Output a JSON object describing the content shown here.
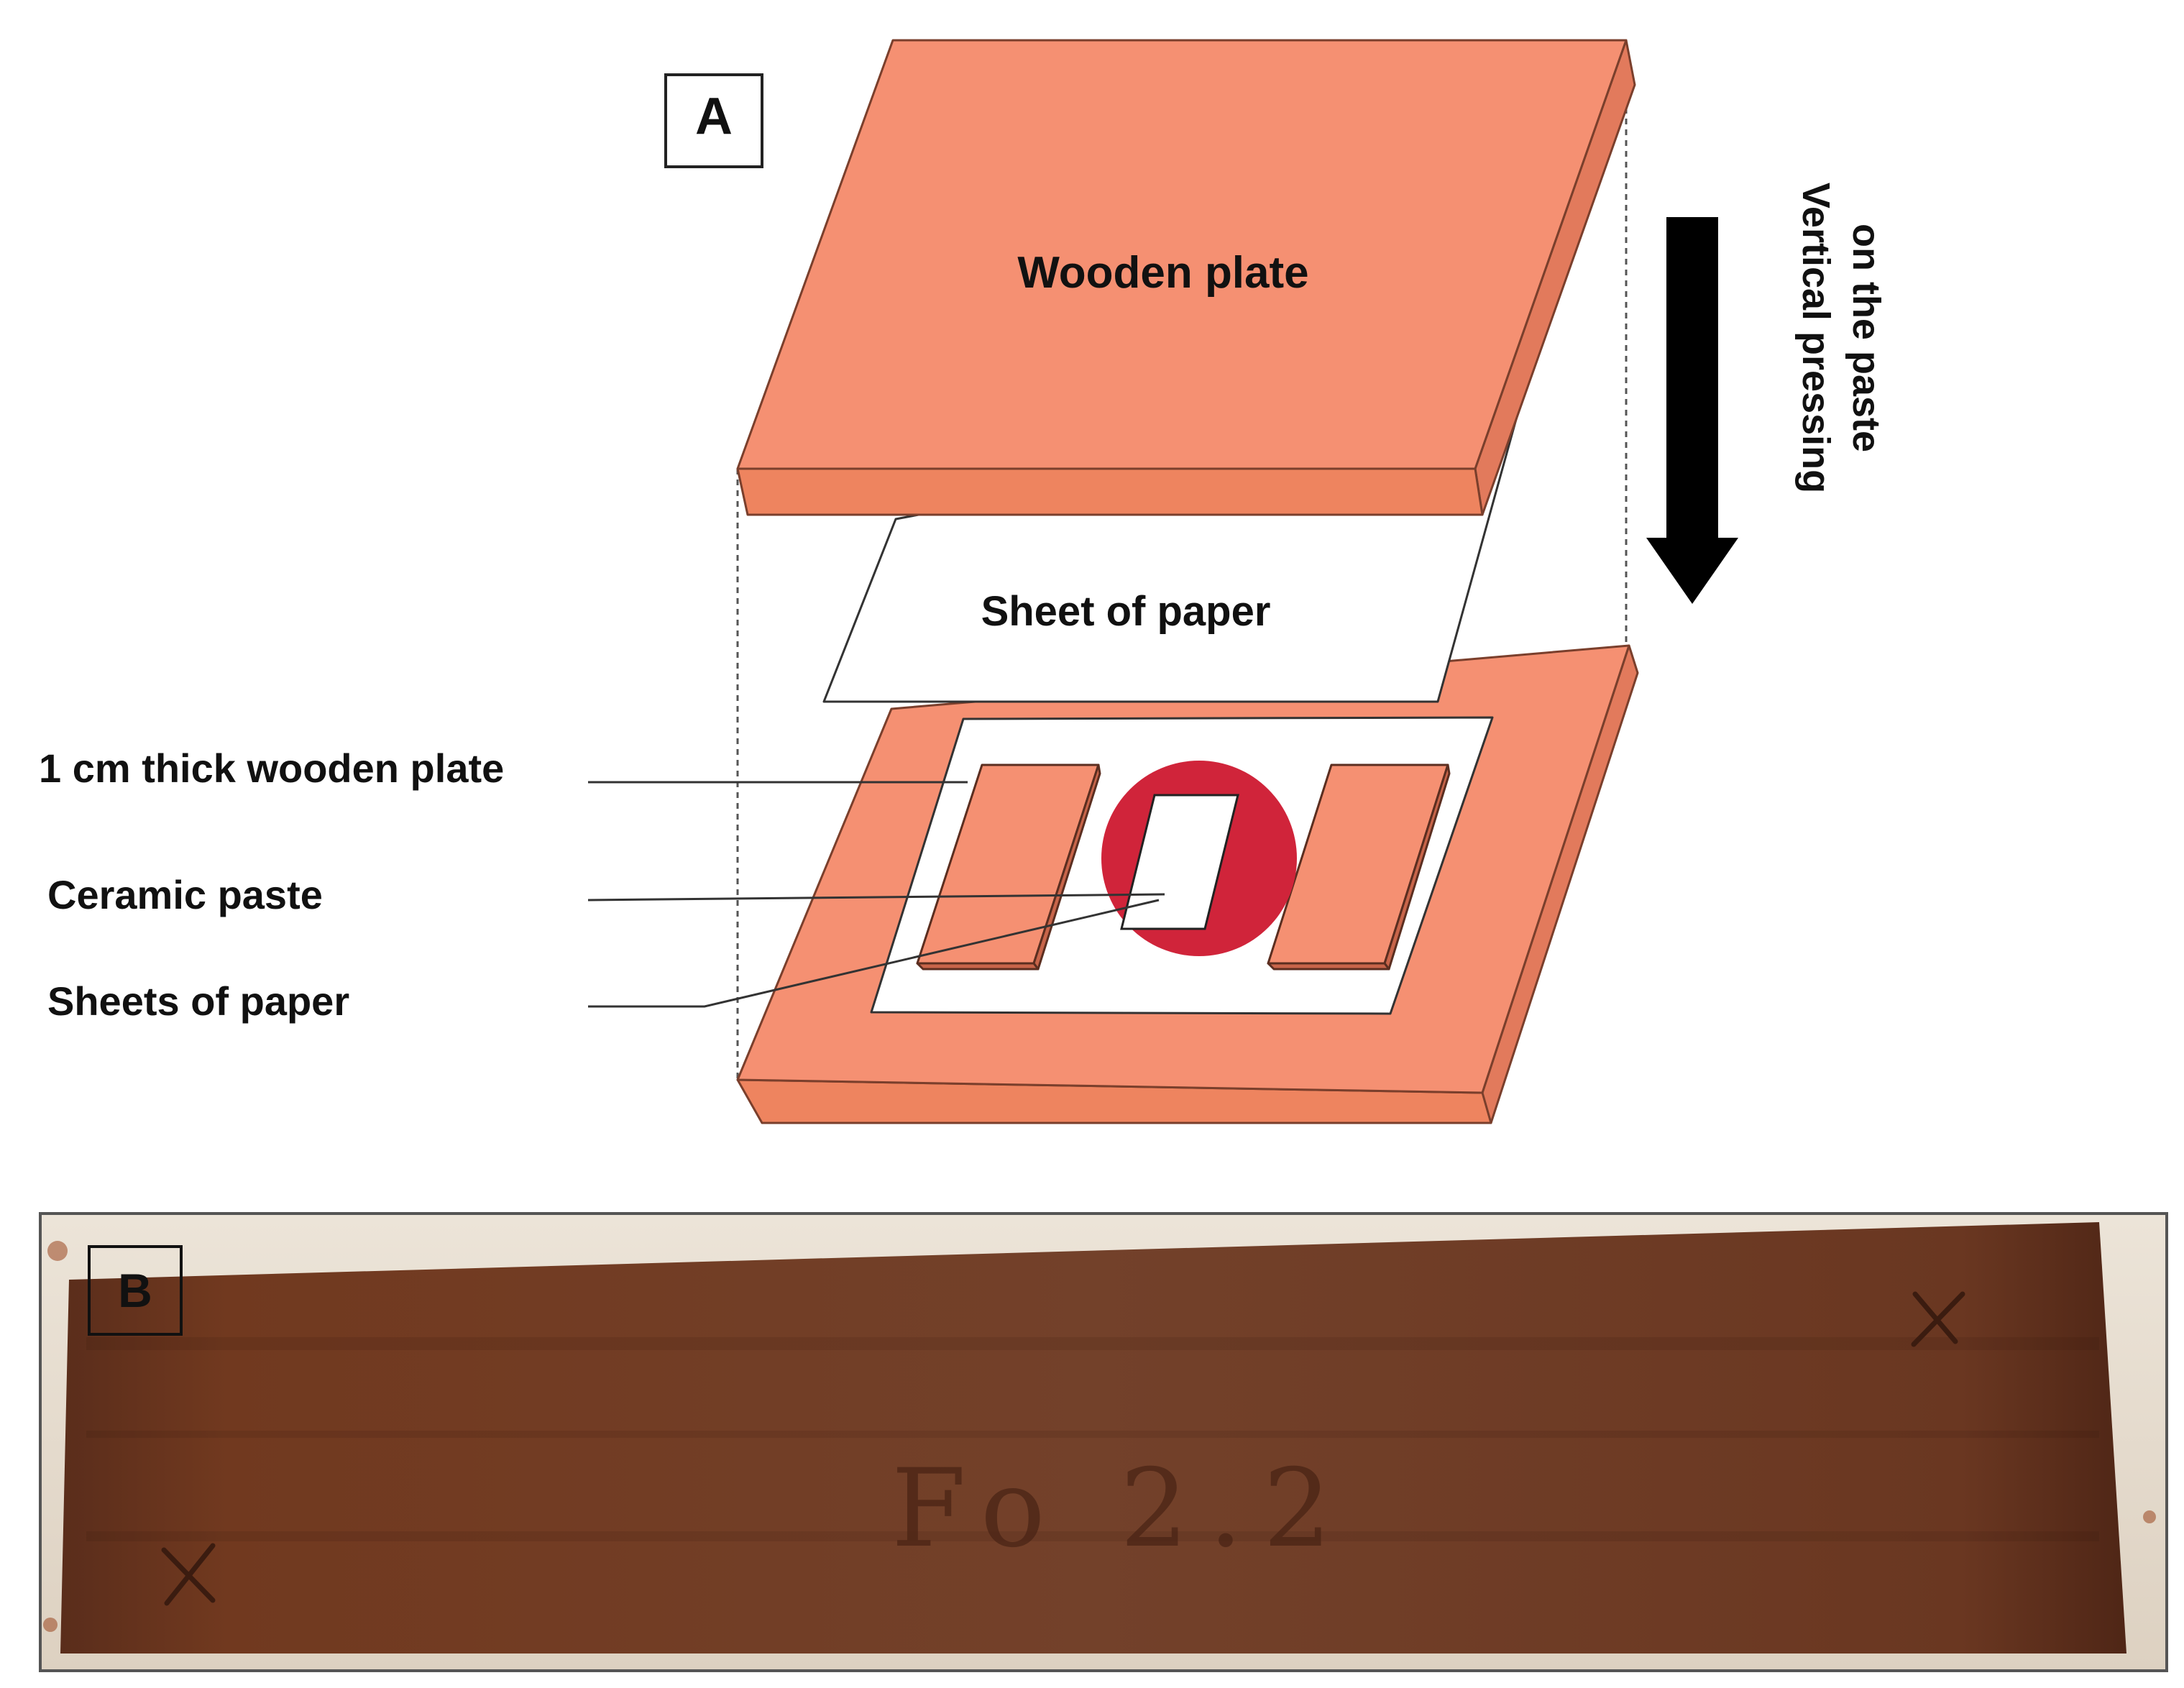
{
  "panel_a": {
    "label": "A",
    "top_plate_label": "Wooden plate",
    "paper_sheet_label": "Sheet of paper",
    "pressing_label_line1": "Vertical pressing",
    "pressing_label_line2": "on the paste",
    "callouts": [
      {
        "text": "1 cm thick wooden plate"
      },
      {
        "text": "Ceramic paste"
      },
      {
        "text": "Sheets of paper"
      }
    ],
    "colors": {
      "wood": "#f59072",
      "wood_side": "#e27a5c",
      "wood_edge": "#7a3f2c",
      "highlight_circle": "#d0243a",
      "arrow": "#000000"
    }
  },
  "panel_b": {
    "label": "B",
    "sample_marking": "Fo 2.2",
    "corner_marks": [
      "x",
      "x"
    ],
    "colors": {
      "sample": "#6e3a25",
      "sample_dark": "#4d2718",
      "background_board": "#e9dfd2",
      "frame": "#555555"
    }
  }
}
